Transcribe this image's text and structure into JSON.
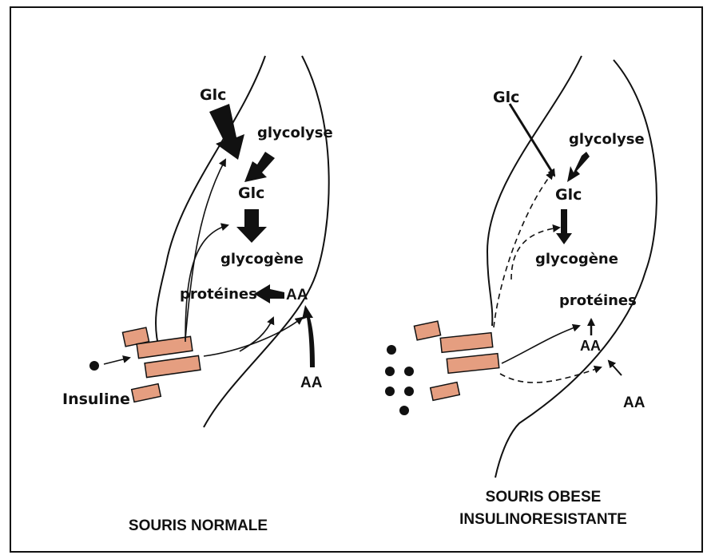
{
  "panels": {
    "normal": {
      "caption": "SOURIS NORMALE",
      "glc_top": "Glc",
      "glycolyse": "glycolyse",
      "glc_mid": "Glc",
      "glycogene": "glycogène",
      "proteines": "protéines",
      "aa_inner": "AA",
      "aa_outer": "AA",
      "insuline": "Insuline"
    },
    "obese": {
      "caption_line1": "SOURIS OBESE",
      "caption_line2": "INSULINORESISTANTE",
      "glc_top": "Glc",
      "glycolyse": "glycolyse",
      "glc_mid": "Glc",
      "glycogene": "glycogène",
      "proteines": "protéines",
      "aa_inner": "AA",
      "aa_outer": "AA"
    }
  },
  "colors": {
    "receptor_fill": "#e59e80",
    "ink": "#111111"
  }
}
